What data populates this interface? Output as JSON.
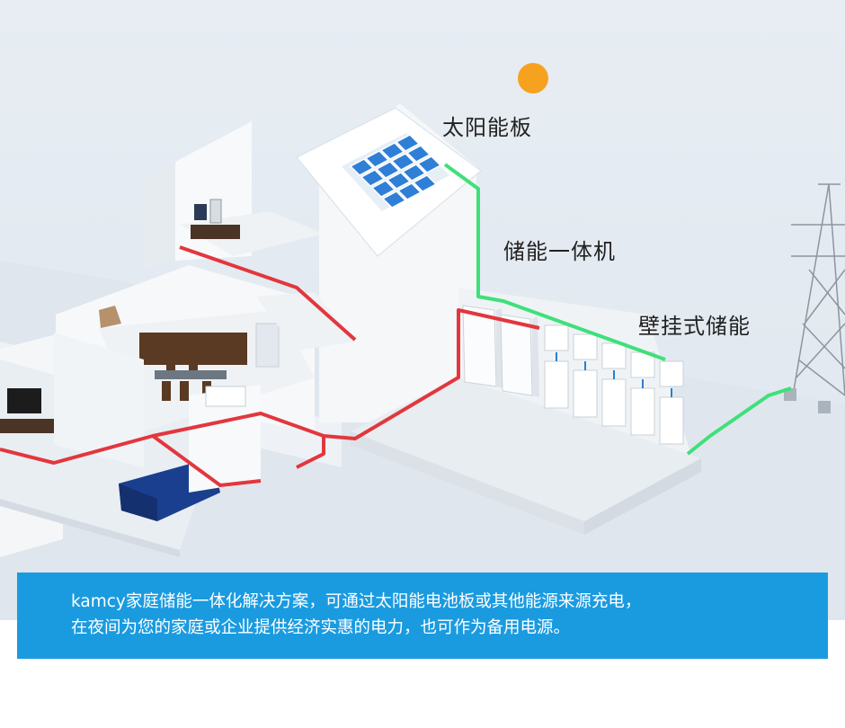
{
  "labels": {
    "solar_panel": "太阳能板",
    "all_in_one": "储能一体机",
    "wall_mounted": "壁挂式储能"
  },
  "banner": {
    "line1": "kamcy家庭储能一体化解决方案，可通过太阳能电池板或其他能源来源充电，",
    "line2": "在夜间为您的家庭或企业提供经济实惠的电力，也可作为备用电源。"
  },
  "colors": {
    "ac_wire": "#e2373d",
    "dc_wire": "#3fe07a",
    "sun": "#f7a21f",
    "solar_cell": "#2f7fd6",
    "banner_bg": "#1a9be0",
    "sofa": "#1b3f8f"
  },
  "icons": [
    "sun-icon",
    "solar-panel-icon",
    "transmission-tower-icon",
    "battery-unit-icon",
    "inverter-icon"
  ]
}
